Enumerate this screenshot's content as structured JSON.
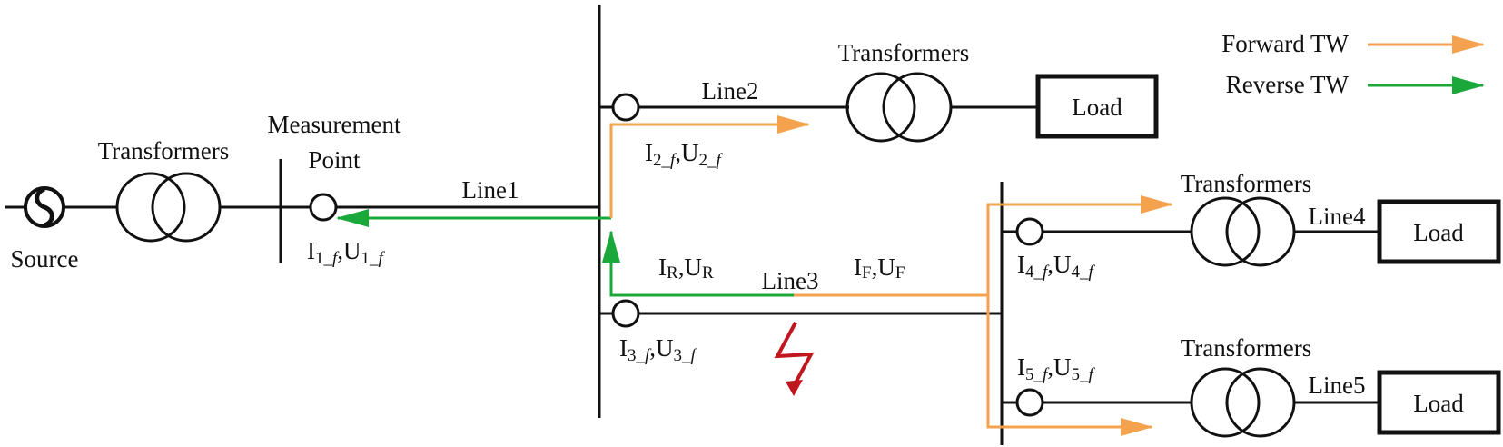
{
  "colors": {
    "forward": "#f4a24e",
    "reverse": "#1ba83b",
    "fault": "#c0161d",
    "line": "#111111"
  },
  "icons": {
    "source": "ac-source-icon",
    "transformer": "transformer-icon",
    "fault": "lightning-fault-icon",
    "measurement": "measurement-circle-icon"
  },
  "labels": {
    "source": "Source",
    "transformers_main": "Transformers",
    "measurement_l1": "Measurement",
    "measurement_l2": "Point",
    "line1": "Line1",
    "line2": "Line2",
    "line3": "Line3",
    "line4": "Line4",
    "line5": "Line5",
    "transformers_2": "Transformers",
    "transformers_4": "Transformers",
    "transformers_5": "Transformers",
    "load_2": "Load",
    "load_4": "Load",
    "load_5": "Load"
  },
  "legend": {
    "forward": "Forward TW",
    "reverse": "Reverse TW"
  },
  "meas": {
    "m1": {
      "i": "I",
      "i_sub": "1_",
      "i_f": "f",
      "sep": ",U",
      "u_sub": "1_",
      "u_f": "f"
    },
    "m2": {
      "i": "I",
      "i_sub": "2_",
      "i_f": "f",
      "sep": ",U",
      "u_sub": "2_",
      "u_f": "f"
    },
    "m3": {
      "i": "I",
      "i_sub": "3_",
      "i_f": "f",
      "sep": ",U",
      "u_sub": "3_",
      "u_f": "f"
    },
    "m4": {
      "i": "I",
      "i_sub": "4_",
      "i_f": "f",
      "sep": ",U",
      "u_sub": "4_",
      "u_f": "f"
    },
    "m5": {
      "i": "I",
      "i_sub": "5_",
      "i_f": "f",
      "sep": ",U",
      "u_sub": "5_",
      "u_f": "f"
    },
    "rev": {
      "i": "I",
      "i_sub": "R",
      "sep": ",U",
      "u_sub": "R"
    },
    "fwd": {
      "i": "I",
      "i_sub": "F",
      "sep": ",U",
      "u_sub": "F"
    }
  }
}
